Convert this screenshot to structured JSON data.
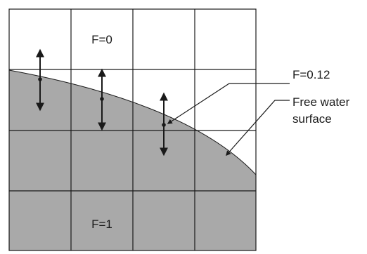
{
  "labels": {
    "empty_cell": "F=0",
    "full_cell": "F=1",
    "interface_cell": "F=0.12",
    "free_surface_line1": "Free water",
    "free_surface_line2": "surface"
  },
  "colors": {
    "water": "#a9a9a9",
    "grid": "#1a1a1a",
    "background": "#ffffff"
  }
}
